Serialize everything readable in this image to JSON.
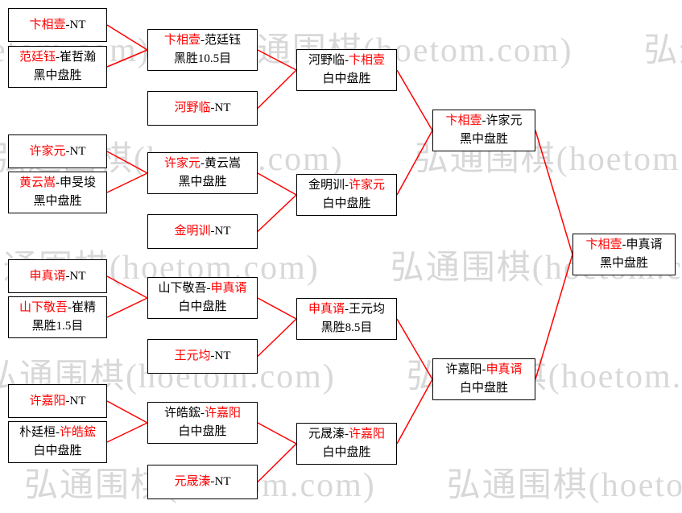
{
  "watermark": {
    "text": "弘通围棋(hoetom.com)",
    "color": "#d8d8d8",
    "rows": 5
  },
  "colors": {
    "line": "#ff0000",
    "winner": "#ff0000",
    "text": "#000000",
    "border": "#000000",
    "bg": "#ffffff"
  },
  "rounds": [
    {
      "name": "round-1",
      "matches": [
        {
          "id": "r1b1",
          "parts": [
            {
              "text": "卞相壹",
              "winner": true
            },
            {
              "text": "-NT",
              "winner": false
            }
          ],
          "result": ""
        },
        {
          "id": "r1b2",
          "parts": [
            {
              "text": "范廷钰",
              "winner": true
            },
            {
              "text": "-崔哲瀚",
              "winner": false
            }
          ],
          "result": "黑中盘胜"
        },
        {
          "id": "r1b3",
          "parts": [
            {
              "text": "许家元",
              "winner": true
            },
            {
              "text": "-NT",
              "winner": false
            }
          ],
          "result": ""
        },
        {
          "id": "r1b4",
          "parts": [
            {
              "text": "黄云嵩",
              "winner": true
            },
            {
              "text": "-申旻埈",
              "winner": false
            }
          ],
          "result": "黑中盘胜"
        },
        {
          "id": "r1b5",
          "parts": [
            {
              "text": "申真谞",
              "winner": true
            },
            {
              "text": "-NT",
              "winner": false
            }
          ],
          "result": ""
        },
        {
          "id": "r1b6",
          "parts": [
            {
              "text": "山下敬吾",
              "winner": true
            },
            {
              "text": "-崔精",
              "winner": false
            }
          ],
          "result": "黑胜1.5目"
        },
        {
          "id": "r1b7",
          "parts": [
            {
              "text": "许嘉阳",
              "winner": true
            },
            {
              "text": "-NT",
              "winner": false
            }
          ],
          "result": ""
        },
        {
          "id": "r1b8",
          "parts": [
            {
              "text": "朴廷桓-",
              "winner": false
            },
            {
              "text": "许皓鋐",
              "winner": true
            }
          ],
          "result": "白中盘胜"
        }
      ]
    },
    {
      "name": "round-2",
      "matches": [
        {
          "id": "r2b1",
          "parts": [
            {
              "text": "卞相壹",
              "winner": true
            },
            {
              "text": "-范廷钰",
              "winner": false
            }
          ],
          "result": "黑胜10.5目"
        },
        {
          "id": "r2b2",
          "parts": [
            {
              "text": "河野临",
              "winner": true
            },
            {
              "text": "-NT",
              "winner": false
            }
          ],
          "result": ""
        },
        {
          "id": "r2b3",
          "parts": [
            {
              "text": "许家元",
              "winner": true
            },
            {
              "text": "-黄云嵩",
              "winner": false
            }
          ],
          "result": "黑中盘胜"
        },
        {
          "id": "r2b4",
          "parts": [
            {
              "text": "金明训",
              "winner": true
            },
            {
              "text": "-NT",
              "winner": false
            }
          ],
          "result": ""
        },
        {
          "id": "r2b5",
          "parts": [
            {
              "text": "山下敬吾-",
              "winner": false
            },
            {
              "text": "申真谞",
              "winner": true
            }
          ],
          "result": "白中盘胜"
        },
        {
          "id": "r2b6",
          "parts": [
            {
              "text": "王元均",
              "winner": true
            },
            {
              "text": "-NT",
              "winner": false
            }
          ],
          "result": ""
        },
        {
          "id": "r2b7",
          "parts": [
            {
              "text": "许皓鋐-",
              "winner": false
            },
            {
              "text": "许嘉阳",
              "winner": true
            }
          ],
          "result": "白中盘胜"
        },
        {
          "id": "r2b8",
          "parts": [
            {
              "text": "元晟溱",
              "winner": true
            },
            {
              "text": "-NT",
              "winner": false
            }
          ],
          "result": ""
        }
      ]
    },
    {
      "name": "quarterfinals",
      "matches": [
        {
          "id": "r3b1",
          "parts": [
            {
              "text": "河野临-",
              "winner": false
            },
            {
              "text": "卞相壹",
              "winner": true
            }
          ],
          "result": "白中盘胜"
        },
        {
          "id": "r3b2",
          "parts": [
            {
              "text": "金明训-",
              "winner": false
            },
            {
              "text": "许家元",
              "winner": true
            }
          ],
          "result": "白中盘胜"
        },
        {
          "id": "r3b3",
          "parts": [
            {
              "text": "申真谞",
              "winner": true
            },
            {
              "text": "-王元均",
              "winner": false
            }
          ],
          "result": "黑胜8.5目"
        },
        {
          "id": "r3b4",
          "parts": [
            {
              "text": "元晟溱-",
              "winner": false
            },
            {
              "text": "许嘉阳",
              "winner": true
            }
          ],
          "result": "白中盘胜"
        }
      ]
    },
    {
      "name": "semifinals",
      "matches": [
        {
          "id": "r4b1",
          "parts": [
            {
              "text": "卞相壹",
              "winner": true
            },
            {
              "text": "-许家元",
              "winner": false
            }
          ],
          "result": "黑中盘胜"
        },
        {
          "id": "r4b2",
          "parts": [
            {
              "text": "许嘉阳-",
              "winner": false
            },
            {
              "text": "申真谞",
              "winner": true
            }
          ],
          "result": "白中盘胜"
        }
      ]
    },
    {
      "name": "final",
      "matches": [
        {
          "id": "f1",
          "parts": [
            {
              "text": "卞相壹",
              "winner": true
            },
            {
              "text": "-申真谞",
              "winner": false
            }
          ],
          "result": "黑中盘胜"
        }
      ]
    }
  ]
}
